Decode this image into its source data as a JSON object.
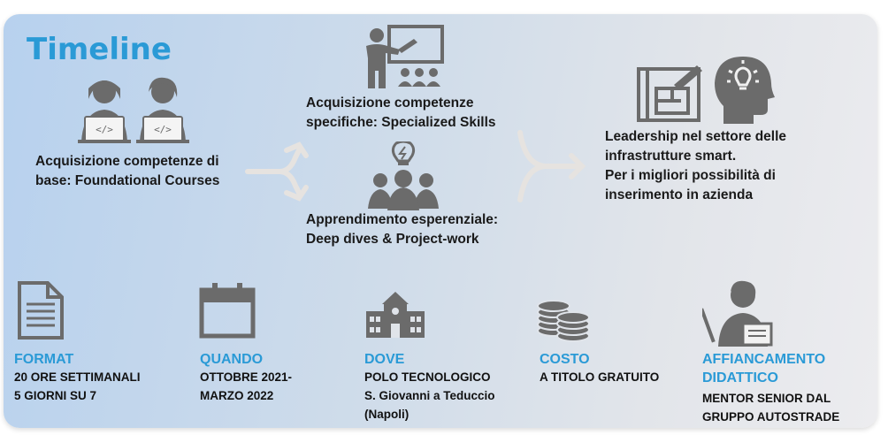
{
  "title": "Timeline",
  "steps": {
    "foundational": {
      "lines": [
        "Acquisizione competenze di",
        "base: Foundational Courses"
      ],
      "icon": "programmer-laptop-icon"
    },
    "specialized": {
      "lines": [
        "Acquisizione competenze",
        "specifiche: Specialized Skills"
      ],
      "icon": "teacher-presentation-icon"
    },
    "experiential": {
      "lines": [
        "Apprendimento esperenziale:",
        "Deep dives & Project-work"
      ],
      "icon": "team-idea-icon"
    },
    "leadership": {
      "lines": [
        "Leadership nel settore delle",
        "infrastrutture smart.",
        "Per i migliori possibilità di",
        "inserimento in azienda"
      ],
      "icons": [
        "blueprint-icon",
        "head-lightbulb-icon"
      ]
    }
  },
  "info": [
    {
      "key": "format",
      "title": "FORMAT",
      "lines": [
        "20 ORE SETTIMANALI",
        "5 GIORNI SU 7"
      ],
      "icon": "document-icon"
    },
    {
      "key": "quando",
      "title": "QUANDO",
      "lines": [
        "OTTOBRE 2021-",
        "MARZO 2022"
      ],
      "icon": "calendar-icon"
    },
    {
      "key": "dove",
      "title": "DOVE",
      "lines": [
        "POLO TECNOLOGICO",
        "S. Giovanni a Teduccio",
        "(Napoli)"
      ],
      "icon": "school-building-icon"
    },
    {
      "key": "costo",
      "title": "COSTO",
      "lines": [
        "A TITOLO GRATUITO"
      ],
      "icon": "coins-icon"
    },
    {
      "key": "affiancamento",
      "title_lines": [
        "AFFIANCAMENTO",
        "DIDATTICO"
      ],
      "lines": [
        "MENTOR SENIOR DAL",
        "GRUPPO AUTOSTRADE"
      ],
      "icon": "mentor-teacher-icon"
    }
  ],
  "colors": {
    "accent": "#2a9ad6",
    "icon": "#6b6b6b",
    "arrow": "#e6e3e0"
  }
}
